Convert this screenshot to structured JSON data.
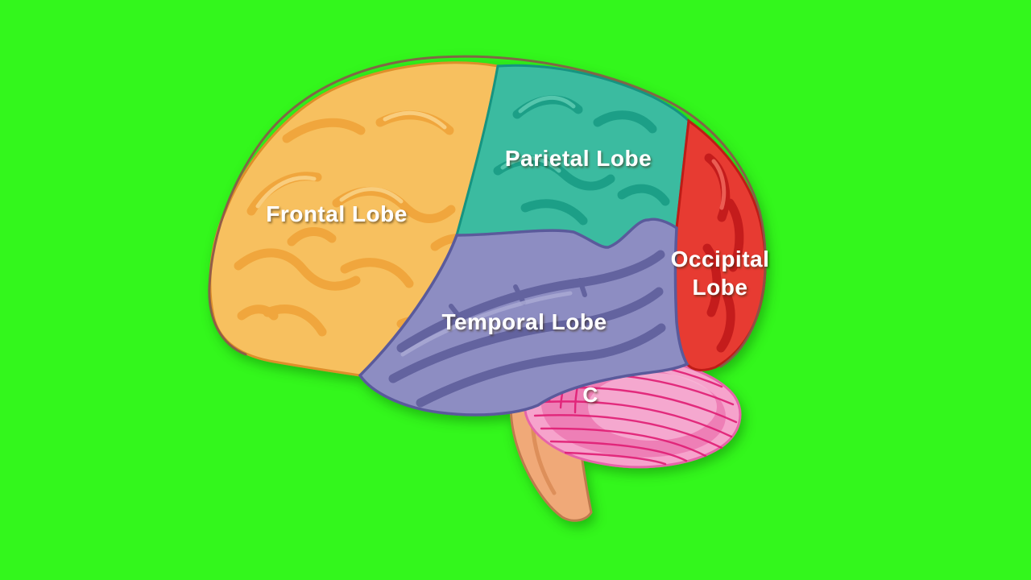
{
  "brain": {
    "labels": {
      "frontal": "Frontal Lobe",
      "parietal": "Parietal Lobe",
      "occipital_line1": "Occipital",
      "occipital_line2": "Lobe",
      "temporal": "Temporal Lobe",
      "cerebellum_partial": "C"
    },
    "colors": {
      "background": "#33F71C",
      "frontal_fill": "#F7C05E",
      "frontal_gyri": "#F0A63C",
      "frontal_highlight": "#FAD489",
      "parietal_fill": "#3BBBA0",
      "parietal_gyri": "#1F9F87",
      "parietal_highlight": "#5FCDB4",
      "occipital_fill": "#E73A30",
      "occipital_gyri": "#C41F1F",
      "occipital_highlight": "#F2685C",
      "temporal_fill": "#8D8DC2",
      "temporal_gyri": "#63639F",
      "temporal_highlight": "#A9A9D4",
      "cerebellum_fill": "#F6A3CC",
      "cerebellum_inner": "#EE7FB6",
      "cerebellum_highlight": "#F7B6D7",
      "cerebellum_striation": "#E01C74",
      "stem_fill": "#F0A978",
      "stem_shade": "#D98B55",
      "label_text": "#FFFFFF"
    }
  }
}
